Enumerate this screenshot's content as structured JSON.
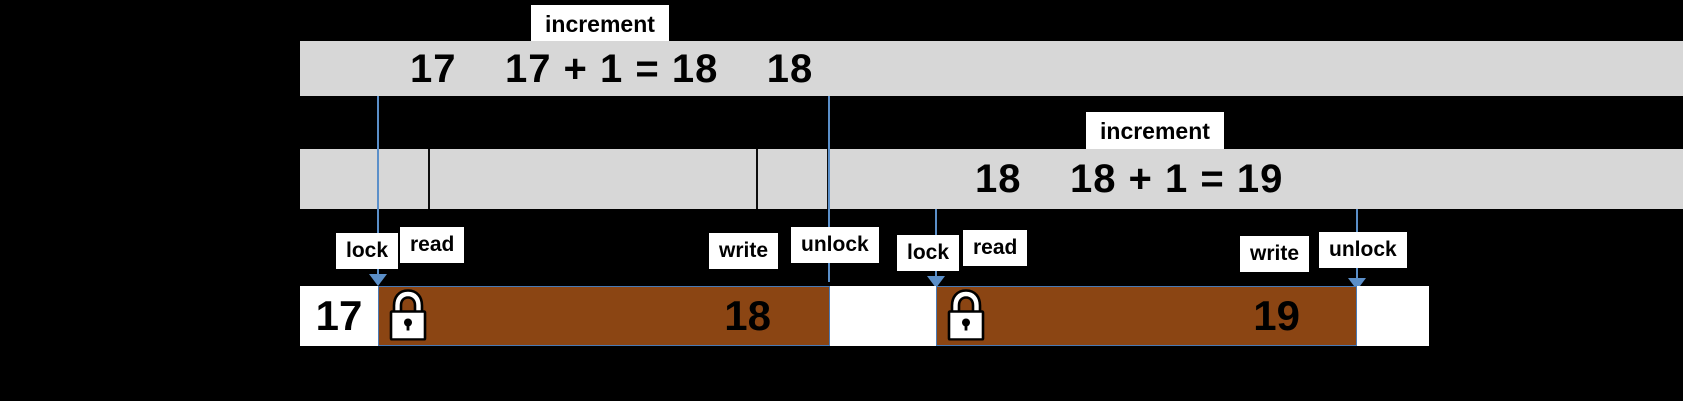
{
  "diagram": {
    "title": "two-threads-increment-with-locking",
    "colors": {
      "background": "#000000",
      "thread_bar": "#d7d7d7",
      "locked_region": "#8b4513",
      "guide_line": "#5b8fc9",
      "label_background": "#ffffff",
      "text": "#000000"
    },
    "threads": [
      {
        "name": "thread-1",
        "increment_label": "increment",
        "bar_text": "17    17 + 1 = 18    18",
        "read_value": "17",
        "expression": "17 + 1 = 18",
        "write_value": "18"
      },
      {
        "name": "thread-2",
        "increment_label": "increment",
        "bar_text": "18    18 + 1 = 19",
        "read_value": "18",
        "expression": "18 + 1 = 19",
        "write_value": "19"
      }
    ],
    "operations": [
      {
        "id": "op-lock-1",
        "label": "lock"
      },
      {
        "id": "op-read-1",
        "label": "read"
      },
      {
        "id": "op-write-1",
        "label": "write"
      },
      {
        "id": "op-unlock-1",
        "label": "unlock"
      },
      {
        "id": "op-lock-2",
        "label": "lock"
      },
      {
        "id": "op-read-2",
        "label": "read"
      },
      {
        "id": "op-write-2",
        "label": "write"
      },
      {
        "id": "op-unlock-2",
        "label": "unlock"
      }
    ],
    "shared_variable_timeline": [
      {
        "id": "value-initial",
        "value": "17",
        "state": "unlocked"
      },
      {
        "id": "locked-span-1",
        "value": "18",
        "state": "locked",
        "icon": "padlock-icon"
      },
      {
        "id": "value-between",
        "value": "",
        "state": "unlocked"
      },
      {
        "id": "locked-span-2",
        "value": "19",
        "state": "locked",
        "icon": "padlock-icon"
      },
      {
        "id": "value-final",
        "value": "",
        "state": "unlocked"
      }
    ]
  }
}
